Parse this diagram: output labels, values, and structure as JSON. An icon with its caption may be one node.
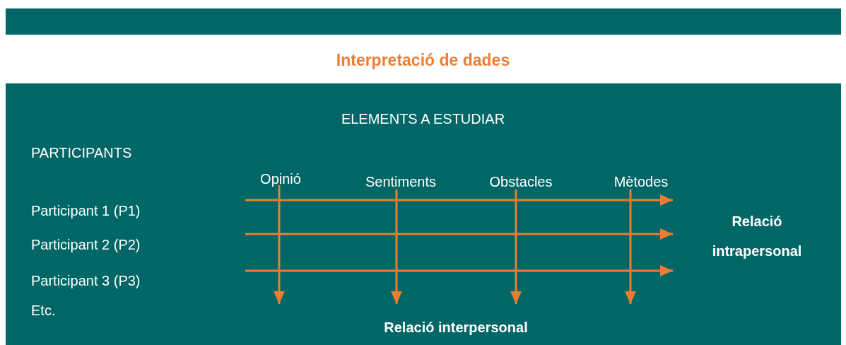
{
  "diagram": {
    "title": "Interpretació de dades",
    "nodes": [
      {
        "text": [
          "Opinió"
        ]
      },
      {
        "text": [
          "Sentiments"
        ]
      },
      {
        "text": [
          "Obstacles"
        ]
      },
      {
        "text": [
          "Mètodes"
        ]
      },
      {
        "text": [
          "Relació intrapersonal"
        ]
      }
    ],
    "edges": [
      {
        "from": 0,
        "to": null,
        "arrow": "to"
      },
      {
        "from": 1,
        "to": null,
        "arrow": "to"
      },
      {
        "from": 2,
        "to": null,
        "arrow": "to"
      },
      {
        "from": 3,
        "to": null,
        "arrow": "to"
      },
      {
        "from": null,
        "to": 4,
        "arrow": "to"
      },
      {
        "from": null,
        "to": 4,
        "arrow": "to"
      },
      {
        "from": null,
        "to": 4,
        "arrow": "to"
      }
    ],
    "labels": [
      "ELEMENTS A ESTUDIAR",
      "PARTICIPANTS",
      "Participant 1 (P1)",
      "Participant 2 (P2)",
      "Participant 3 (P3)",
      "Etc.",
      "Relació interpersonal"
    ]
  }
}
